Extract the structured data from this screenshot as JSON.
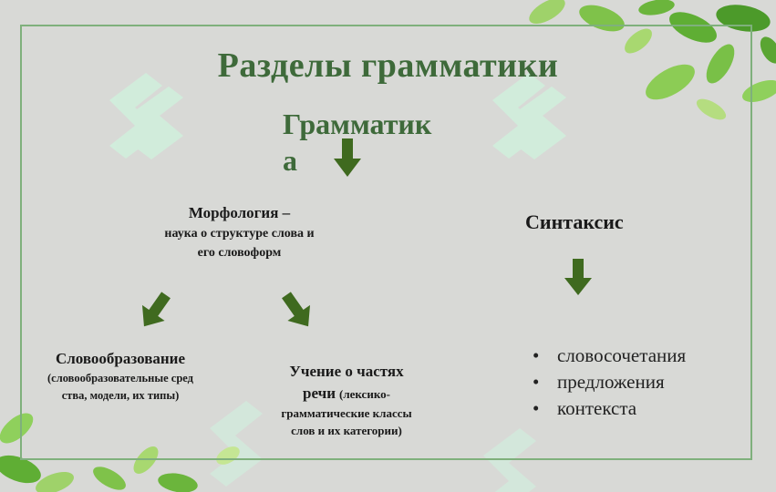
{
  "slide": {
    "title": "Разделы грамматики",
    "root": "Грамматика",
    "morphology": {
      "head": "Морфология –",
      "definition_line1": "наука о структуре слова и",
      "definition_line2": "его словоформ"
    },
    "word_formation": {
      "head": "Словообразование",
      "note": "(словообразовательные средства, модели, их типы)"
    },
    "parts_of_speech": {
      "head": "Учение о частях речи",
      "note": "(лексико-грамматические классы слов и их категории)"
    },
    "syntax": {
      "head": "Синтаксис",
      "items": [
        "словосочетания",
        "предложения",
        "контекста"
      ]
    }
  },
  "colors": {
    "title": "#3e6a3a",
    "arrow": "#3f6a1f",
    "frame": "#7fb07c",
    "watermark": "#c9efd9"
  },
  "icons": {
    "bullet": "bullet-dot",
    "arrow": "down-arrow"
  }
}
